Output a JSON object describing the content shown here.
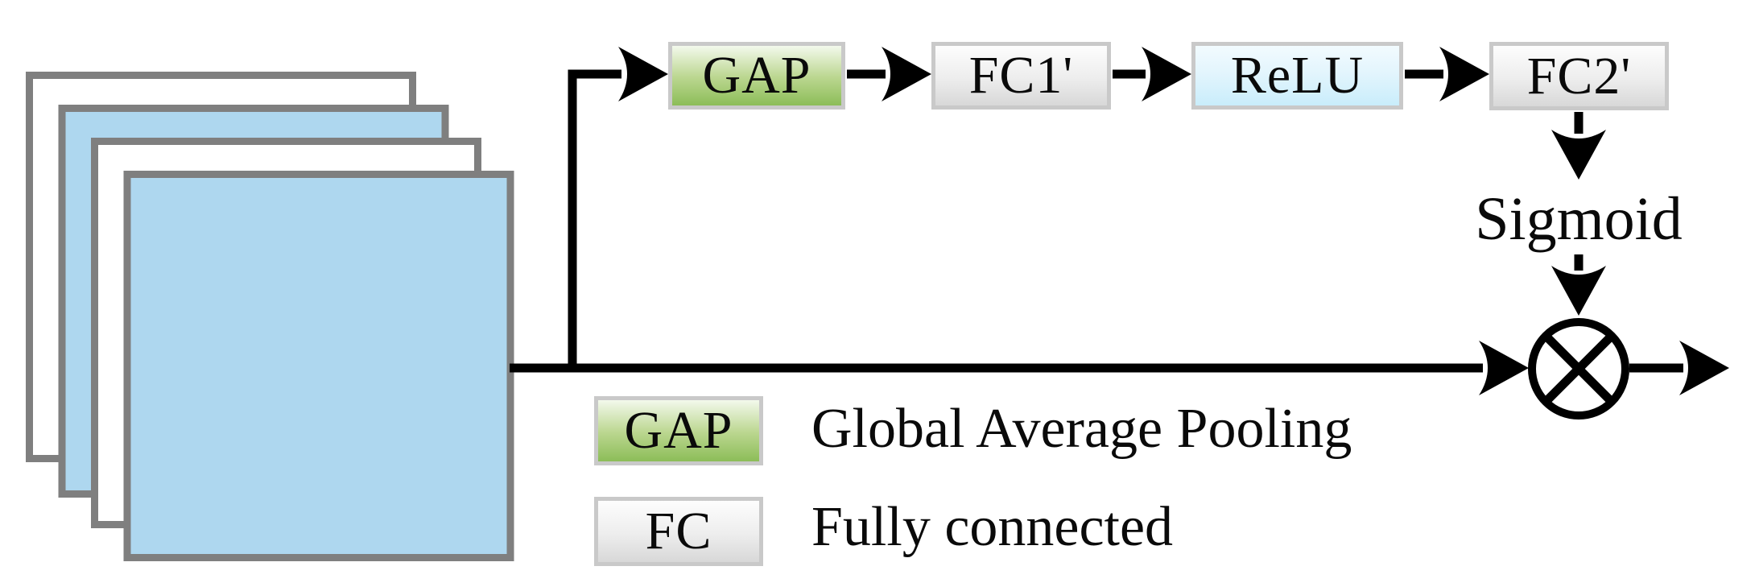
{
  "nodes": {
    "gap": {
      "label": "GAP"
    },
    "fc1": {
      "label": "FC1'"
    },
    "relu": {
      "label": "ReLU"
    },
    "fc2": {
      "label": "FC2'"
    },
    "sigmoid": {
      "label": "Sigmoid"
    }
  },
  "icons": {
    "multiply": "circle-times-icon"
  },
  "legend": {
    "items": [
      {
        "key": "GAP",
        "description": "Global Average Pooling"
      },
      {
        "key": "FC",
        "description": "Fully connected"
      }
    ]
  },
  "colors": {
    "square_blue": "#aed7ef",
    "square_border": "#7f7f7f",
    "box_border": "#c9c9c9",
    "gap_green_top": "#f3f9ec",
    "gap_green_mid": "#bcd791",
    "gap_green_bottom": "#8cbd58",
    "fc_gray_top": "#fdfdfd",
    "fc_gray_bottom": "#d8d8d8",
    "relu_blue_top": "#f2fbfe",
    "relu_blue_bottom": "#c9edfb",
    "line_color": "#000000"
  }
}
